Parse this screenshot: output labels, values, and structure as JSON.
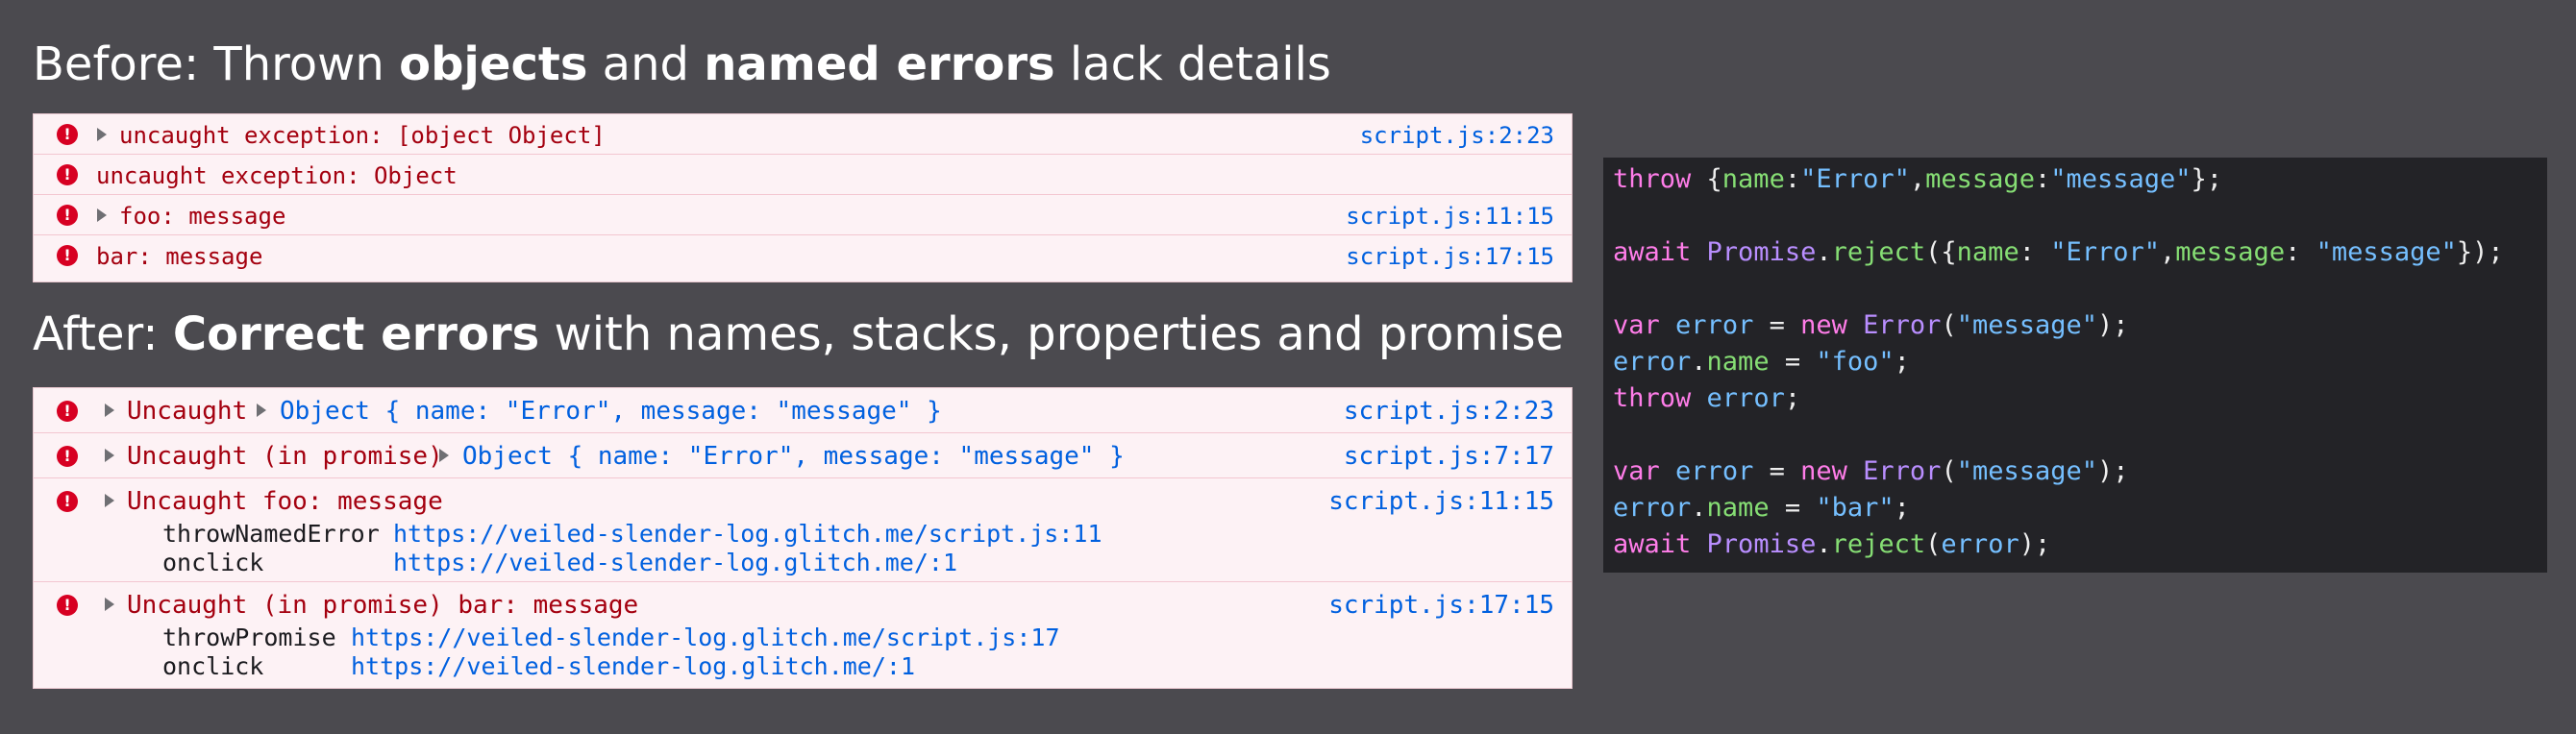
{
  "headings": {
    "before": {
      "pre": "Before: Thrown ",
      "b1": "objects",
      "mid": " and ",
      "b2": "named errors",
      "post": " lack details"
    },
    "after": {
      "pre": "After: ",
      "b1": "Correct errors",
      "post": " with names, stacks, properties and promise"
    }
  },
  "before_rows": [
    {
      "message": "uncaught exception: [object Object]",
      "source": "script.js:2:23",
      "expandable": true
    },
    {
      "message": "uncaught exception: Object",
      "source": "",
      "expandable": false
    },
    {
      "message": "foo: message",
      "source": "script.js:11:15",
      "expandable": true
    },
    {
      "message": "bar: message",
      "source": "script.js:17:15",
      "expandable": false
    }
  ],
  "after_rows": [
    {
      "message": "Uncaught",
      "object": "Object { name: \"Error\", message: \"message\" }",
      "source": "script.js:2:23"
    },
    {
      "message": "Uncaught (in promise)",
      "object": "Object { name: \"Error\", message: \"message\" }",
      "source": "script.js:7:17"
    },
    {
      "message": "Uncaught foo: message",
      "source": "script.js:11:15",
      "stack": [
        {
          "fn": "throwNamedError",
          "url": "https://veiled-slender-log.glitch.me/script.js:11"
        },
        {
          "fn": "onclick",
          "url": "https://veiled-slender-log.glitch.me/:1"
        }
      ]
    },
    {
      "message": "Uncaught (in promise) bar: message",
      "source": "script.js:17:15",
      "stack": [
        {
          "fn": "throwPromise",
          "url": "https://veiled-slender-log.glitch.me/script.js:17"
        },
        {
          "fn": "onclick",
          "url": "https://veiled-slender-log.glitch.me/:1"
        }
      ]
    }
  ],
  "icons": {
    "error": "error-icon",
    "expand": "expand-triangle-icon"
  },
  "colors": {
    "background": "#4b4a4f",
    "error_text": "#a4000f",
    "link": "#0060df",
    "error_icon": "#d70022",
    "code_bg": "#232327"
  },
  "code": {
    "l1": {
      "kw": "throw",
      "a": " {",
      "p1": "name",
      "b": ":",
      "s1": "\"Error\"",
      "c": ",",
      "p2": "message",
      "d": ":",
      "s2": "\"message\"",
      "e": "};"
    },
    "l2": {
      "kw": "await",
      "a": " ",
      "fn": "Promise",
      "b": ".",
      "m": "reject",
      "c": "({",
      "p1": "name",
      "d": ": ",
      "s1": "\"Error\"",
      "e": ",",
      "p2": "message",
      "f": ": ",
      "s2": "\"message\"",
      "g": "});"
    },
    "l3": {
      "kw": "var",
      "a": " ",
      "v": "error",
      "b": " = ",
      "kw2": "new",
      "c": " ",
      "fn": "Error",
      "d": "(",
      "s": "\"message\"",
      "e": ");"
    },
    "l4": {
      "v": "error",
      "a": ".",
      "p": "name",
      "b": " = ",
      "s": "\"foo\"",
      "c": ";"
    },
    "l5": {
      "kw": "throw",
      "a": " ",
      "v": "error",
      "b": ";"
    },
    "l6": {
      "kw": "var",
      "a": " ",
      "v": "error",
      "b": " = ",
      "kw2": "new",
      "c": " ",
      "fn": "Error",
      "d": "(",
      "s": "\"message\"",
      "e": ");"
    },
    "l7": {
      "v": "error",
      "a": ".",
      "p": "name",
      "b": " = ",
      "s": "\"bar\"",
      "c": ";"
    },
    "l8": {
      "kw": "await",
      "a": " ",
      "fn": "Promise",
      "b": ".",
      "m": "reject",
      "c": "(",
      "v": "error",
      "d": ");"
    }
  }
}
